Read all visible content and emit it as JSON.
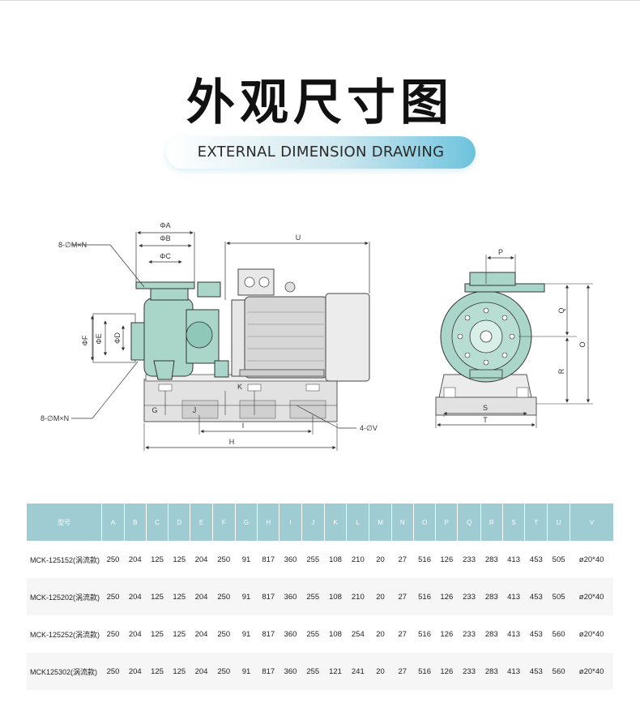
{
  "header": {
    "title": "外观尺寸图",
    "subtitle": "EXTERNAL DIMENSION DRAWING"
  },
  "drawing": {
    "labels": {
      "phiA": "ΦA",
      "phiB": "ΦB",
      "phiC": "ΦC",
      "phiF": "ΦF",
      "phiE": "ΦE",
      "phiD": "ΦD",
      "flange_top": "8-∅M×N",
      "flange_bottom": "8-∅M×N",
      "bolt": "4-∅V",
      "U": "U",
      "G": "G",
      "J": "J",
      "K": "K",
      "I": "I",
      "H": "H",
      "P": "P",
      "Q": "Q",
      "R": "R",
      "O": "O",
      "S": "S",
      "T": "T"
    },
    "colors": {
      "pump_body": "#a9d6c9",
      "outline": "#333333",
      "base": "#e2e2e2"
    }
  },
  "table": {
    "header_bg": "#9fcbd3",
    "columns": [
      "型号",
      "A",
      "B",
      "C",
      "D",
      "E",
      "F",
      "G",
      "H",
      "I",
      "J",
      "K",
      "L",
      "M",
      "N",
      "O",
      "P",
      "Q",
      "R",
      "S",
      "T",
      "U",
      "V"
    ],
    "rows": [
      [
        "MCK-125152(涡流款)",
        "250",
        "204",
        "125",
        "125",
        "204",
        "250",
        "91",
        "817",
        "360",
        "255",
        "108",
        "210",
        "20",
        "27",
        "516",
        "126",
        "233",
        "283",
        "413",
        "453",
        "505",
        "ø20*40"
      ],
      [
        "MCK-125202(涡流款)",
        "250",
        "204",
        "125",
        "125",
        "204",
        "250",
        "91",
        "817",
        "360",
        "255",
        "108",
        "210",
        "20",
        "27",
        "516",
        "126",
        "233",
        "283",
        "413",
        "453",
        "505",
        "ø20*40"
      ],
      [
        "MCK-125252(涡流款)",
        "250",
        "204",
        "125",
        "125",
        "204",
        "250",
        "91",
        "817",
        "360",
        "255",
        "108",
        "254",
        "20",
        "27",
        "516",
        "126",
        "233",
        "283",
        "413",
        "453",
        "560",
        "ø20*40"
      ],
      [
        "MCK125302(涡流款)",
        "250",
        "204",
        "125",
        "125",
        "204",
        "250",
        "91",
        "817",
        "360",
        "255",
        "121",
        "241",
        "20",
        "27",
        "516",
        "126",
        "233",
        "283",
        "413",
        "453",
        "560",
        "ø20*40"
      ]
    ]
  }
}
